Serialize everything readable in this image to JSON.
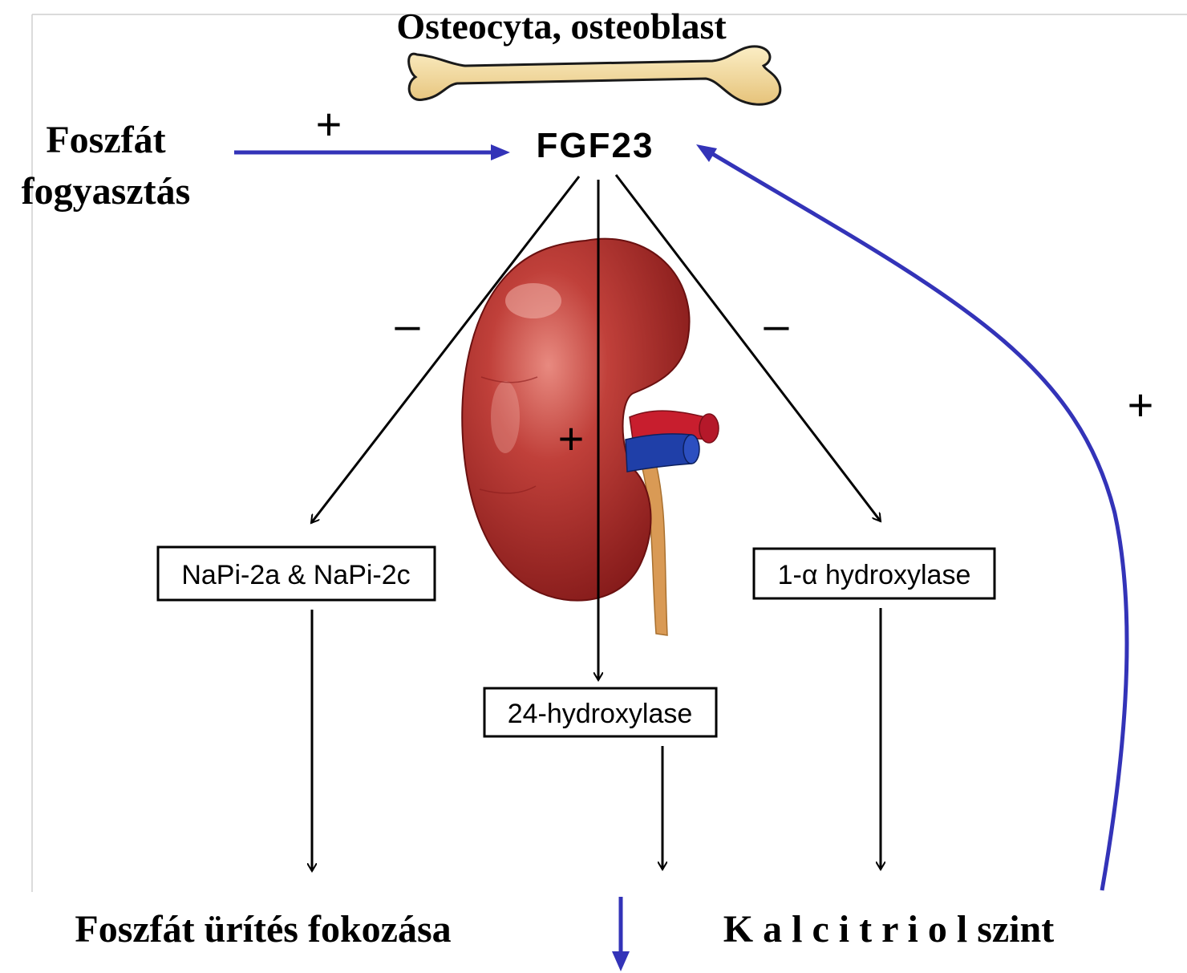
{
  "title": "Osteocyta, osteoblast",
  "left_label": {
    "line1": "Foszfát",
    "line2": "fogyasztás"
  },
  "center_label": "FGF23",
  "signs": {
    "top_plus": "+",
    "left_minus": "–",
    "right_minus": "–",
    "center_plus": "+",
    "right_plus": "+"
  },
  "boxes": {
    "left": "NaPi-2a & NaPi-2c",
    "middle": "24-hydroxylase",
    "right": "1-α hydroxylase"
  },
  "outcomes": {
    "left": "Foszfát ürítés fokozása",
    "right": "K a l c i t r i o l szint"
  },
  "icons": [
    "bone-illustration",
    "kidney-illustration"
  ],
  "colors": {
    "feedback_arrow": "#3333b8",
    "bone": "#f3d9a0",
    "kidney": "#b12a2a",
    "vein": "#1f3fa8",
    "artery": "#c81e2e"
  }
}
